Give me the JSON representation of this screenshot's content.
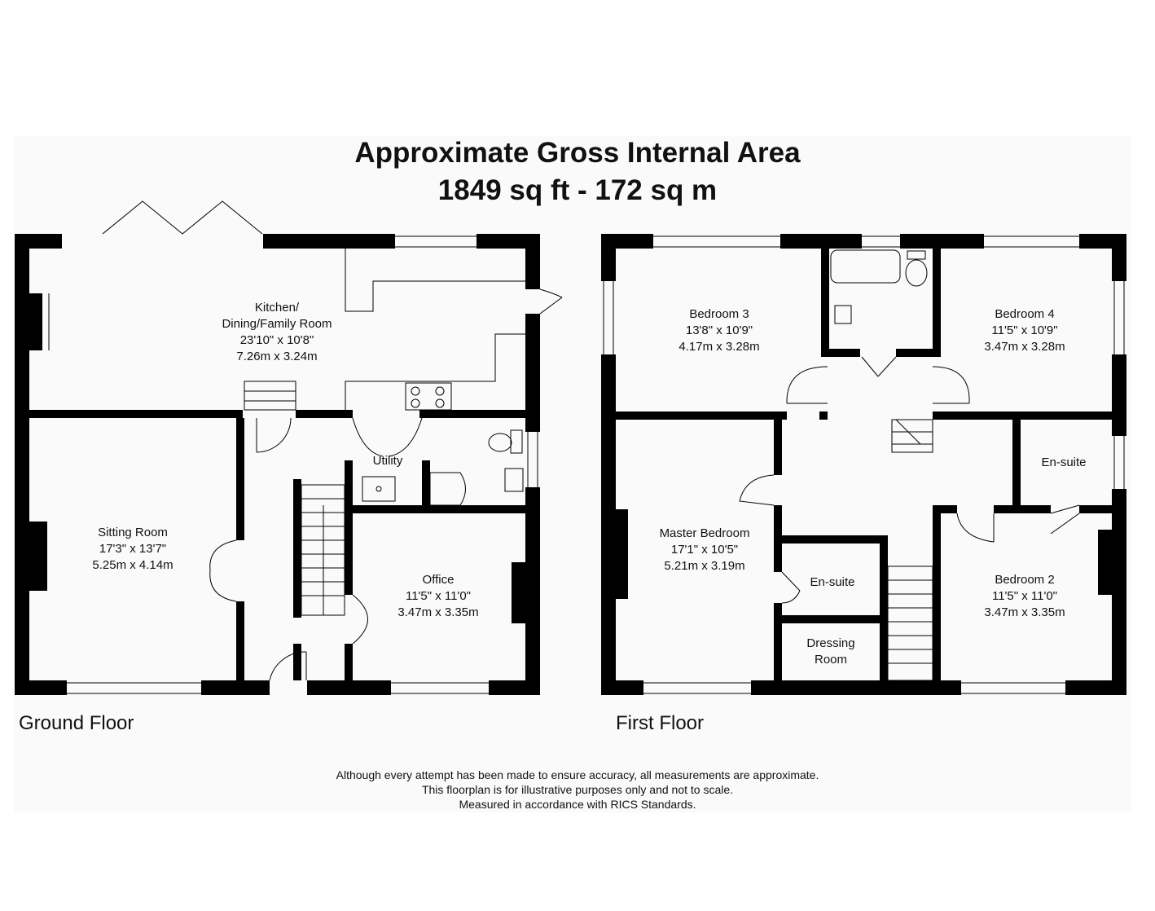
{
  "header": {
    "title_line1": "Approximate Gross Internal Area",
    "title_line2": "1849 sq ft - 172 sq m"
  },
  "floors": {
    "ground": {
      "label": "Ground Floor",
      "rooms": {
        "kitchen": {
          "name1": "Kitchen/",
          "name2": "Dining/Family Room",
          "imperial": "23'10\" x 10'8\"",
          "metric": "7.26m x 3.24m"
        },
        "sitting": {
          "name": "Sitting Room",
          "imperial": "17'3\" x 13'7\"",
          "metric": "5.25m x 4.14m"
        },
        "office": {
          "name": "Office",
          "imperial": "11'5\" x 11'0\"",
          "metric": "3.47m x 3.35m"
        },
        "utility": {
          "name": "Utility"
        }
      }
    },
    "first": {
      "label": "First Floor",
      "rooms": {
        "bedroom3": {
          "name": "Bedroom 3",
          "imperial": "13'8\" x 10'9\"",
          "metric": "4.17m x 3.28m"
        },
        "bedroom4": {
          "name": "Bedroom 4",
          "imperial": "11'5\" x 10'9\"",
          "metric": "3.47m x 3.28m"
        },
        "master": {
          "name": "Master Bedroom",
          "imperial": "17'1\" x 10'5\"",
          "metric": "5.21m x 3.19m"
        },
        "bedroom2": {
          "name": "Bedroom 2",
          "imperial": "11'5\" x 11'0\"",
          "metric": "3.47m x 3.35m"
        },
        "ensuite_master": {
          "name": "En-suite"
        },
        "ensuite_bed2": {
          "name": "En-suite"
        },
        "dressing": {
          "name1": "Dressing",
          "name2": "Room"
        }
      }
    }
  },
  "footer": {
    "line1": "Although every attempt has been made to ensure accuracy, all measurements are approximate.",
    "line2": "This floorplan is for illustrative purposes only and not to scale.",
    "line3": "Measured in accordance with RICS Standards."
  },
  "colors": {
    "wall": "#000000",
    "background": "#fafafa",
    "text": "#111111"
  }
}
